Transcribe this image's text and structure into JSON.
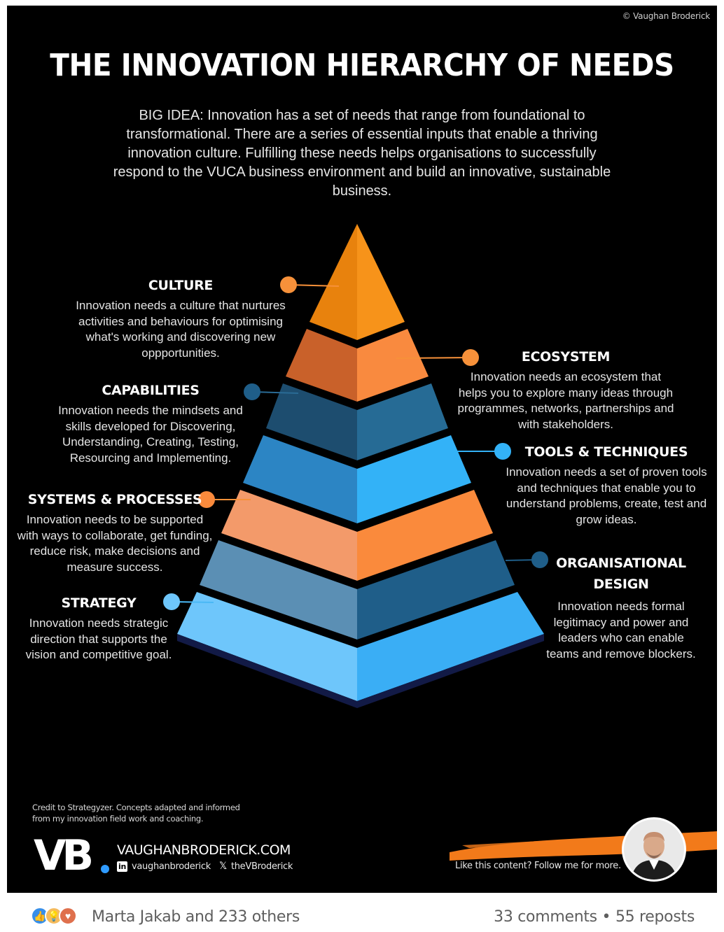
{
  "infographic": {
    "copyright": "© Vaughan Broderick",
    "title": "THE INNOVATION HIERARCHY OF NEEDS",
    "subtitle": "BIG IDEA: Innovation has a set of needs that range from foundational to transformational. There are a series of essential inputs that enable a thriving innovation culture. Fulfilling these needs helps organisations to successfully respond to the VUCA business environment and build an innovative, sustainable business.",
    "needs": {
      "culture": {
        "title": "CULTURE",
        "text": "Innovation needs a culture that nurtures activities and behaviours for optimising what's working and discovering new oppportunities."
      },
      "ecosystem": {
        "title": "ECOSYSTEM",
        "text": "Innovation needs an ecosystem that helps you to explore many ideas through programmes, networks, partnerships and with stakeholders."
      },
      "capabilities": {
        "title": "CAPABILITIES",
        "text": "Innovation needs the mindsets and skills developed for Discovering, Understanding, Creating, Testing, Resourcing and Implementing."
      },
      "tools": {
        "title": "TOOLS & TECHNIQUES",
        "text": "Innovation needs a set of proven tools and techniques that enable you to understand problems, create, test and grow ideas."
      },
      "systems": {
        "title": "SYSTEMS & PROCESSES",
        "text": "Innovation needs to be supported with ways to collaborate, get funding, reduce risk, make decisions and measure success."
      },
      "orgdesign": {
        "title_line1": "ORGANISATIONAL",
        "title_line2": "DESIGN",
        "text": "Innovation needs formal legitimacy and power and leaders who can enable teams and remove blockers."
      },
      "strategy": {
        "title": "STRATEGY",
        "text": "Innovation needs strategic direction that supports the vision and competitive goal."
      }
    },
    "credit": [
      "Credit to Strategyzer. Concepts adapted and informed",
      "from my innovation field work and coaching."
    ],
    "logo": "VB",
    "website": "VAUGHANBRODERICK.COM",
    "linkedin": "vaughanbroderick",
    "twitter": "theVBroderick",
    "follow_text": "Like this content? Follow me for more.",
    "colors": {
      "orange": "#f7913a",
      "dark_blue": "#2a6b95",
      "light_blue": "#4ab8f5"
    }
  },
  "post_footer": {
    "reactions_text": "Marta Jakab and 233 others",
    "comments": "33 comments",
    "separator": "•",
    "reposts": "55 reposts"
  }
}
